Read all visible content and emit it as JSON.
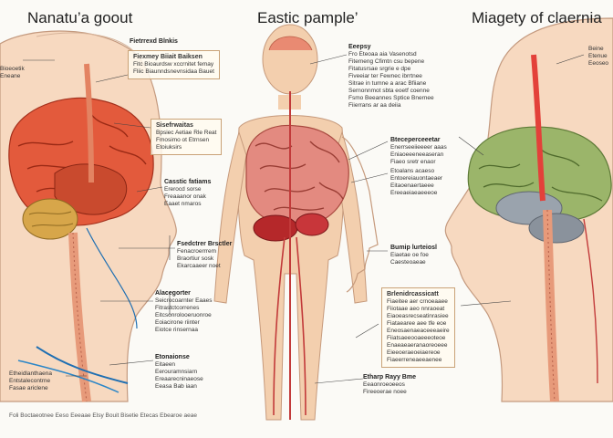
{
  "titles": {
    "left": "Nanatu’a goout",
    "center": "Eastic pample’",
    "right": "Miagety of claernia"
  },
  "labels": {
    "top_left_box": [
      "Fietrrexd Blnkis",
      "Fiexmey Biiait Baiksen",
      "Fitc Bioaurdsw xccrnitet femay",
      "Fliic Biaunndsnevnsidaa Bauet"
    ],
    "far_left": [
      "Bioeoetik",
      "Eneane"
    ],
    "left_mid_box": [
      "Sisefrwaitas",
      "Bpsiec Aetiae Rle Reat",
      "Fmosimo ot Etrnsen",
      "Etoiuksirs"
    ],
    "left_cx1": [
      "Casstic fatiams",
      "Ererocd sorse",
      "Freaaanor onak",
      "Eaaet nmaros"
    ],
    "left_cx2": [
      "Fsedctrer Brsctler",
      "Fenacroerrrem",
      "Braortiur sosk",
      "Ekarcaaeer noet"
    ],
    "left_cx3": [
      "Alacegorter",
      "Seicrocoarnter Eaaes",
      "Fitrastctcorrenes",
      "Eitcsonrolooeruonroe",
      "Eoiacirone riinter",
      "Eiotce rinsernaa"
    ],
    "left_cx4": [
      "Etonaionse",
      "Eitaeen",
      "Eerouramnsiarn",
      "Ereaarecninaeose",
      "Eeasa Bab iaan"
    ],
    "bottom_left": [
      "Etheidlanthaena",
      "Entstalecontrne",
      "Fasae ariclene"
    ],
    "center_right_top": [
      "Eeepsy",
      "Fro Eteoaa aia Vasenotsd",
      "Fitemeng Cfimtn csu bepene",
      "Fitatusrsae srgrie e dpe",
      "Fiveeiar ter Fewnec ibrrtnee",
      "Sitrae in tumne a arac Bfiiane",
      "Sernonnmot sbta eoetf coenne",
      "Fsmo Beeannes Sptice Bnernee",
      "Fiierrans ar aa deiia"
    ],
    "center_right_mid": [
      "Bteceperceeetar",
      "Enerrseeiieeeer aaas",
      "Eniaoeeeneeaseran",
      "Fiaeo sretr enaor"
    ],
    "center_right_mid2": [
      "Etoalans acaeso",
      "Entoereiauontaeaer",
      "Eitaoenaertaeee",
      "Ereeaeiaeaeeeoe"
    ],
    "center_right_low": [
      "Bumip lurteiosl",
      "Eiaetae oe foe",
      "Caesteoaeae"
    ],
    "right_box": [
      "Brlenidrcassicatt",
      "Fiaeitee aer crnoeaaee",
      "Fiiotaae aeo nnraoeat",
      "Eiaoeasrecseatinrasiee",
      "Fiataearee aee tfe eoe",
      "Eneosaenaeaceeeaeire",
      "Fiiatsaeeooaeeeoteoe",
      "Enaeaeaeranaoreoeee",
      "Eieeoeraeoeiaereoe",
      "Fiaeerreneaeeaenee"
    ],
    "right_top": [
      "Beine",
      "Etenue",
      "Eeoseo"
    ],
    "bottom_center": [
      "Etharp Rayy Bme",
      "Eeaonroeoeeos",
      "Fireeoerae noee"
    ]
  },
  "footer": "Foli Boctaeotnee Eeso Eeeaae Elsy Bouit Bisetie Etecas Ebearoe aeae"
}
